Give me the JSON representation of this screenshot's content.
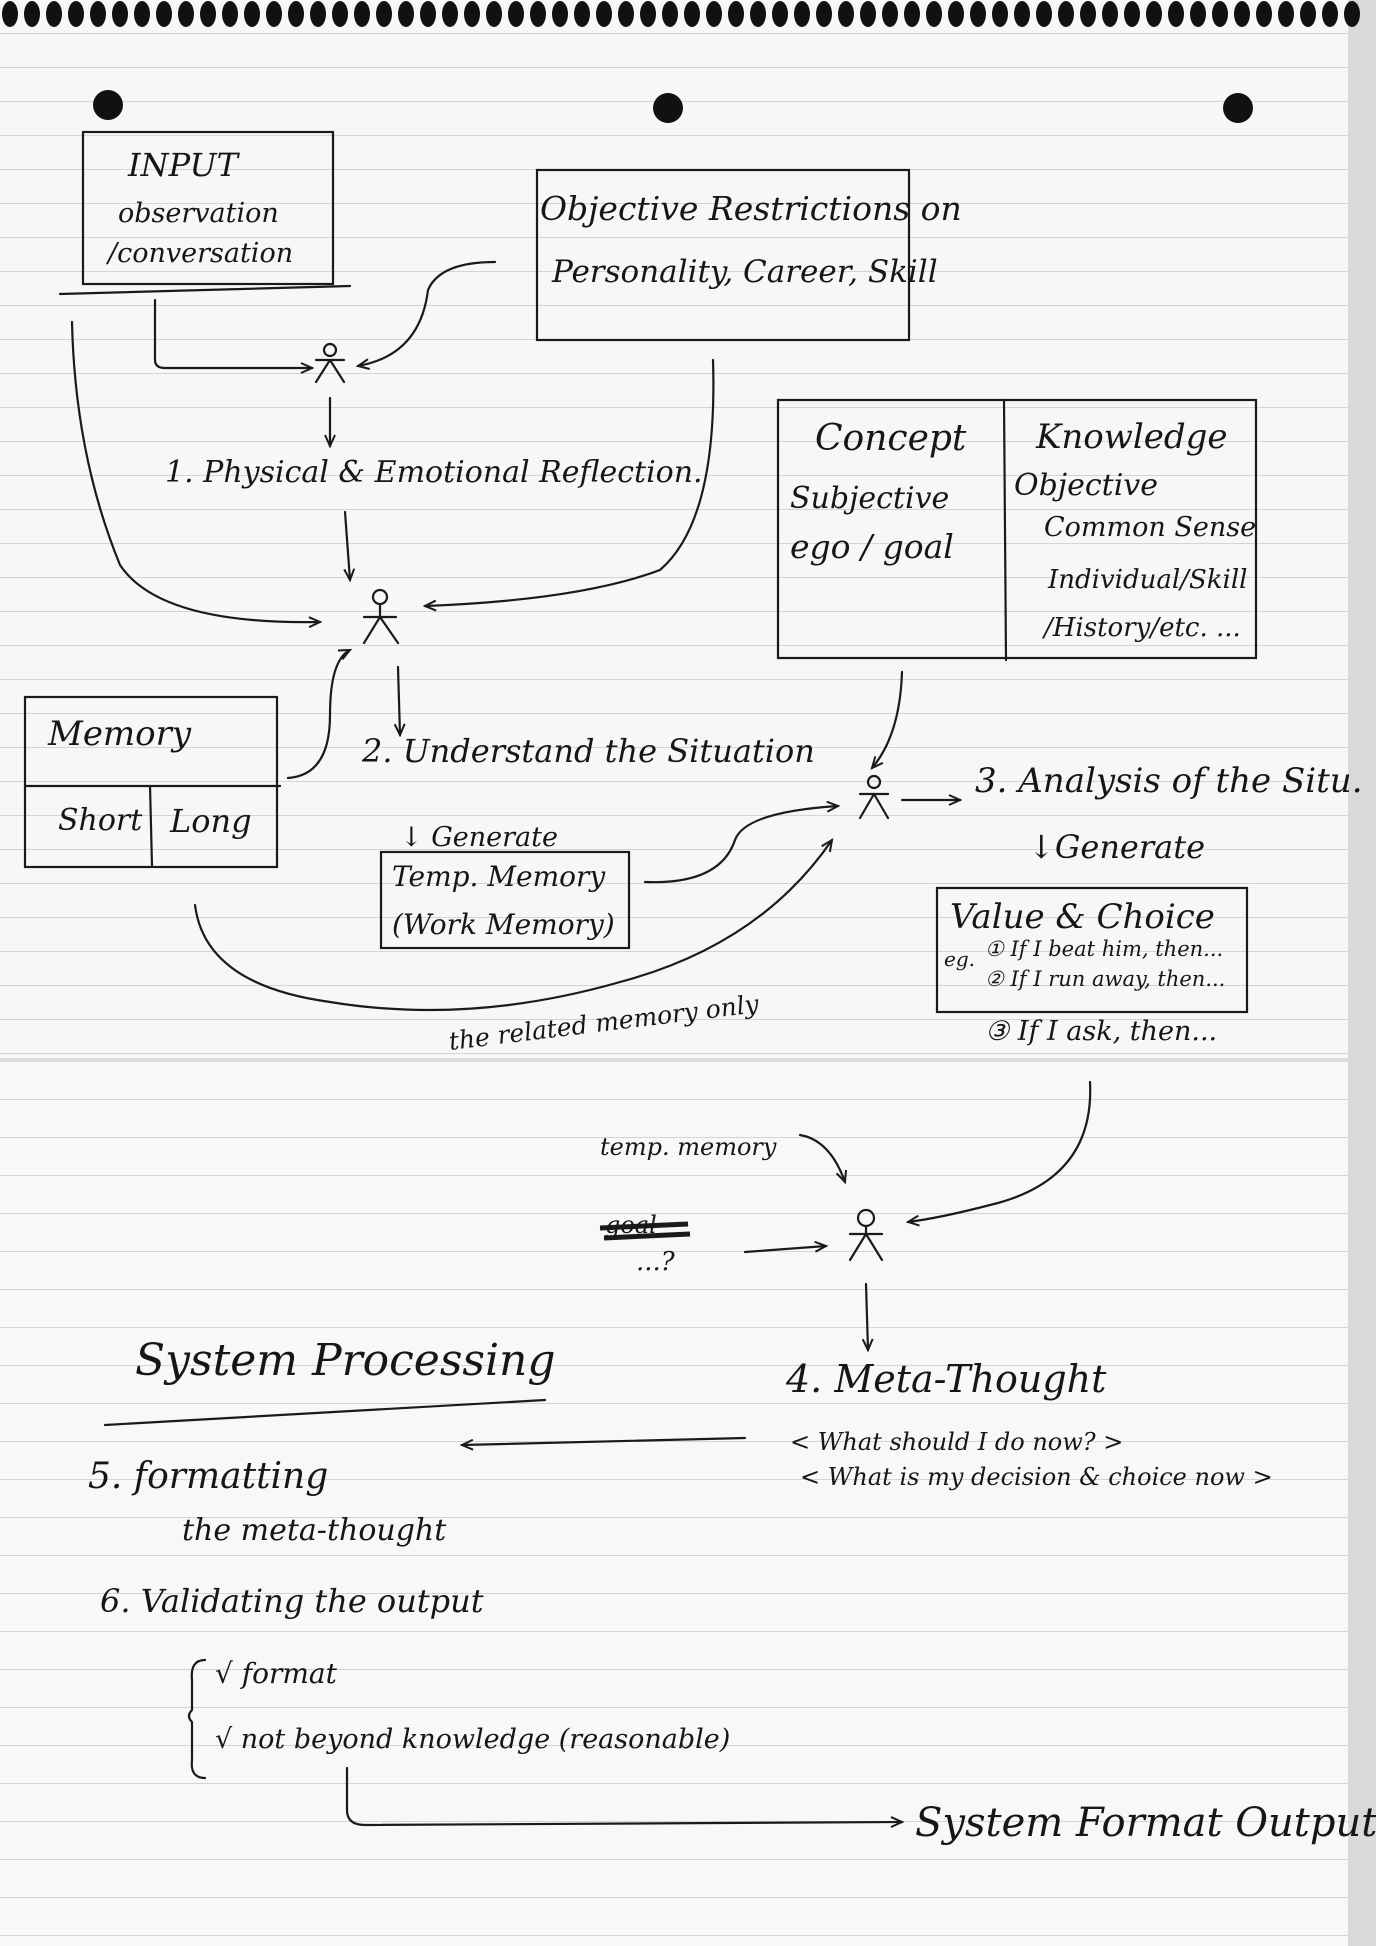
{
  "colors": {
    "ink": "#1a1a1a",
    "paper": "#f7f7f5",
    "rule": "#d4d4d2",
    "binding": "#111111"
  },
  "top_page": {
    "input_box": {
      "line1": "INPUT",
      "line2": "observation",
      "line3": "/conversation"
    },
    "restrictions_box": {
      "line1": "Objective Restrictions on",
      "line2": "Personality, Career, Skill"
    },
    "concept_box": {
      "title": "Concept",
      "line1": "Subjective",
      "line2": "ego / goal"
    },
    "knowledge_box": {
      "title": "Knowledge",
      "line1": "Objective",
      "line2": "Common Sense",
      "line3": "Individual/Skill",
      "line4": "/History/etc. ..."
    },
    "memory_box": {
      "title": "Memory",
      "short": "Short",
      "long": "Long"
    },
    "step1": "1. Physical & Emotional Reflection.",
    "step2": "2. Understand the Situation",
    "step2_generate": "Generate",
    "temp_memory_box": {
      "line1": "Temp. Memory",
      "line2": "(Work Memory)"
    },
    "related_memory_note": "the related memory only",
    "step3": "3. Analysis of the Situ.",
    "step3_generate": "Generate",
    "value_choice_box": {
      "title": "Value & Choice",
      "eg": "eg.",
      "option1": "① If I beat him, then...",
      "option2": "② If I run away, then...",
      "option3": "③ If I ask, then..."
    }
  },
  "bottom_page": {
    "temp_memory_label": "temp. memory",
    "struck_word": "goal",
    "unknown_input": "...?",
    "system_processing_title": "System Processing",
    "step4": {
      "title": "4. Meta-Thought",
      "line1": "< What should I do now? >",
      "line2": "< What is my decision & choice now >"
    },
    "step5": {
      "title": "5. formatting",
      "subtitle": "the meta-thought"
    },
    "step6": {
      "title": "6. Validating the output",
      "check1": "√ format",
      "check2": "√ not beyond knowledge (reasonable)"
    },
    "final_output": "System Format Output"
  },
  "icons": {
    "person": "person-icon",
    "binding": "binding-ring-icon"
  }
}
